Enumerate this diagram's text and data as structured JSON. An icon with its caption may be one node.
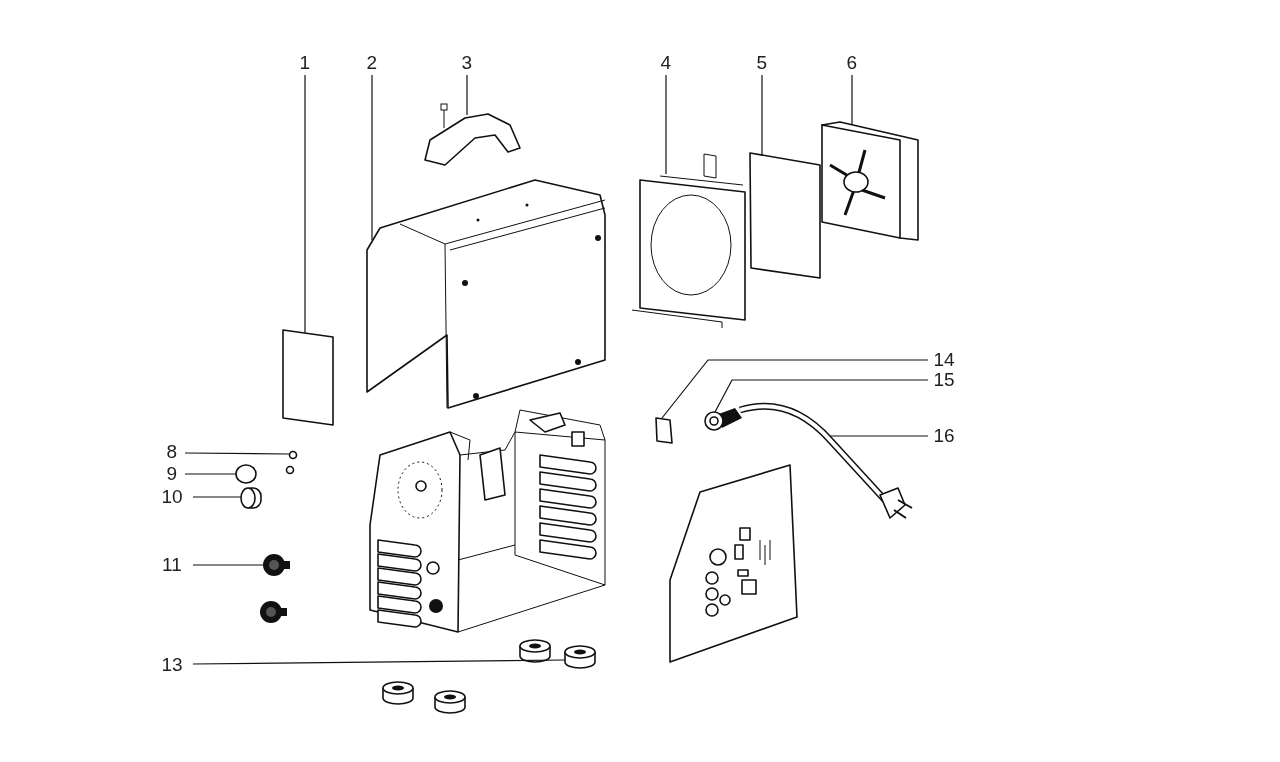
{
  "diagram": {
    "nodes": [
      {
        "text": [
          "1"
        ]
      },
      {
        "text": [
          "2"
        ]
      },
      {
        "text": [
          "3"
        ]
      },
      {
        "text": [
          "4"
        ]
      },
      {
        "text": [
          "5"
        ]
      },
      {
        "text": [
          "6"
        ]
      },
      {
        "text": [
          "8"
        ]
      },
      {
        "text": [
          "9"
        ]
      },
      {
        "text": [
          "10"
        ]
      },
      {
        "text": [
          "11"
        ]
      },
      {
        "text": [
          "13"
        ]
      },
      {
        "text": [
          "14"
        ]
      },
      {
        "text": [
          "15"
        ]
      },
      {
        "text": [
          "16"
        ]
      },
      {
        "text": [],
        "shape": "box"
      },
      {
        "text": [],
        "shape": "picture"
      },
      {
        "text": [],
        "shape": "picture"
      },
      {
        "text": [],
        "shape": "picture"
      },
      {
        "text": [],
        "shape": "box"
      },
      {
        "text": [],
        "shape": "picture"
      },
      {
        "text": [],
        "shape": "circle"
      },
      {
        "text": [],
        "shape": "circle"
      },
      {
        "text": [],
        "shape": "picture"
      },
      {
        "text": [],
        "shape": "picture"
      },
      {
        "text": [],
        "shape": "cylinder"
      },
      {
        "text": [],
        "shape": "box"
      },
      {
        "text": [],
        "shape": "picture"
      },
      {
        "text": [],
        "shape": "picture"
      }
    ],
    "edges": [
      {
        "from": 0,
        "to": 14,
        "arrow": "none"
      },
      {
        "from": 1,
        "to": 15,
        "arrow": "none"
      },
      {
        "from": 2,
        "to": 16,
        "arrow": "none"
      },
      {
        "from": 3,
        "to": 17,
        "arrow": "none"
      },
      {
        "from": 4,
        "to": 18,
        "arrow": "none"
      },
      {
        "from": 5,
        "to": 19,
        "arrow": "none"
      },
      {
        "from": 6,
        "to": 20,
        "arrow": "none"
      },
      {
        "from": 7,
        "to": 21,
        "arrow": "none"
      },
      {
        "from": 8,
        "to": 22,
        "arrow": "none"
      },
      {
        "from": 9,
        "to": 23,
        "arrow": "none"
      },
      {
        "from": 10,
        "to": 24,
        "arrow": "none"
      },
      {
        "from": 11,
        "to": 25,
        "arrow": "none"
      },
      {
        "from": 12,
        "to": 26,
        "arrow": "none"
      },
      {
        "from": 13,
        "to": 27,
        "arrow": "none"
      }
    ]
  }
}
